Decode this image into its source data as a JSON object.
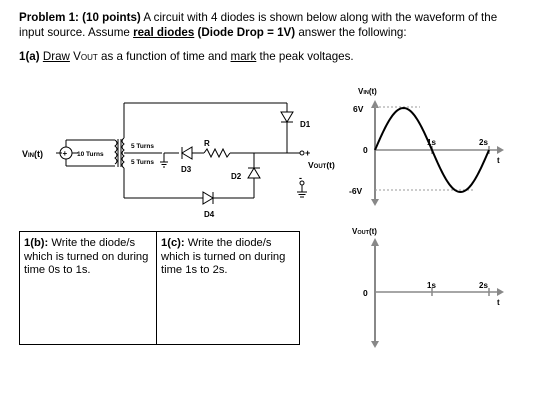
{
  "problem": {
    "label": "Problem 1:",
    "points": "(10 points)",
    "text1": " A circuit with 4 diodes is shown below along with the waveform of the input source. Assume ",
    "emph": "real diodes",
    "drop": " (Diode Drop = 1V)",
    "text2": " answer the following:"
  },
  "part_a": {
    "label": "1(a)",
    "draw": "Draw",
    "mid": " V",
    "sub_out": "OUT",
    "text": " as a function of time and ",
    "mark": "mark",
    "tail": " the peak voltages."
  },
  "circuit": {
    "vin_label": "V",
    "vin_sub": "IN",
    "vin_t": "(t)",
    "primary_turns": "10 Turns",
    "top_turns": "5 Turns",
    "bottom_turns": "5 Turns",
    "r_label": "R",
    "d1": "D1",
    "d2": "D2",
    "d3": "D3",
    "d4": "D4",
    "vout_label": "V",
    "vout_sub": "OUT",
    "vout_t": "(t)",
    "plus": "+",
    "minus": "-"
  },
  "graph_in": {
    "ylabel_v": "V",
    "ylabel_sub": "IN",
    "ylabel_t": "(t)",
    "pos_peak": "6V",
    "neg_peak": "-6V",
    "zero": "0",
    "t1": "1s",
    "t2": "2s",
    "xlabel": "t"
  },
  "graph_out": {
    "ylabel_v": "V",
    "ylabel_sub": "OUT",
    "ylabel_t": "(t)",
    "zero": "0",
    "t1": "1s",
    "t2": "2s",
    "xlabel": "t"
  },
  "part_b": {
    "label": "1(b):",
    "text": " Write the diode/s which is turned on during time 0s to 1s."
  },
  "part_c": {
    "label": "1(c):",
    "text": " Write the diode/s which is turned on during time 1s to 2s."
  }
}
